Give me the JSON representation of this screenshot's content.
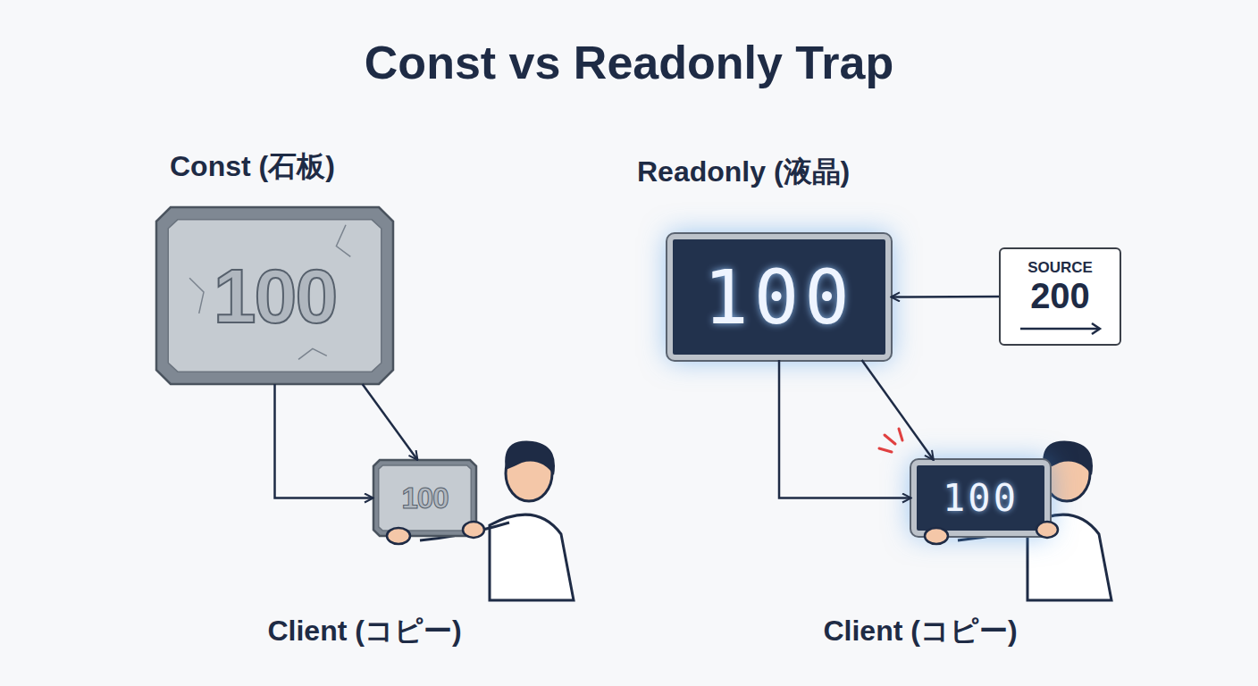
{
  "diagram": {
    "title": "Const vs Readonly Trap",
    "nodes": [
      {
        "text": [
          "Const (石板)",
          "100"
        ]
      },
      {
        "text": [
          "100"
        ]
      },
      {
        "text": [
          "Readonly (液晶)",
          "100"
        ]
      },
      {
        "text": [
          "SOURCE",
          "200"
        ]
      },
      {
        "text": [
          "100"
        ]
      }
    ],
    "edges": [
      {
        "from": 0,
        "to": 1,
        "arrow": "to"
      },
      {
        "from": 0,
        "to": 1,
        "arrow": "to"
      },
      {
        "from": 3,
        "to": 2,
        "arrow": "to"
      },
      {
        "from": 2,
        "to": 4,
        "arrow": "to"
      },
      {
        "from": 2,
        "to": 4,
        "arrow": "to"
      }
    ],
    "labels": [
      "Client (コピー)",
      "Client (コピー)"
    ]
  }
}
